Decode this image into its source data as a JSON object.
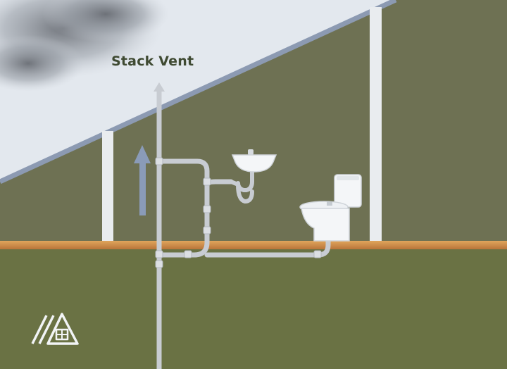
{
  "diagram": {
    "label": "Stack Vent",
    "components": [
      "sky-with-cloud",
      "roof-slope",
      "attic-wall",
      "stack-vent-pipe",
      "upward-arrow",
      "sink",
      "toilet",
      "floor-joist",
      "drain-line",
      "house-logo"
    ]
  },
  "colors": {
    "sky": "#e3e8ee",
    "wall": "#6e7153",
    "ground": "#6a7244",
    "roof_edge": "#8c9ab2",
    "pipe": "#c8ccd2",
    "floor": "#d28f45",
    "arrow": "#8a9bb8",
    "label": "#3f4a32"
  },
  "icons": [
    "upward-arrow-icon",
    "sink-icon",
    "toilet-icon",
    "house-logo-icon"
  ]
}
